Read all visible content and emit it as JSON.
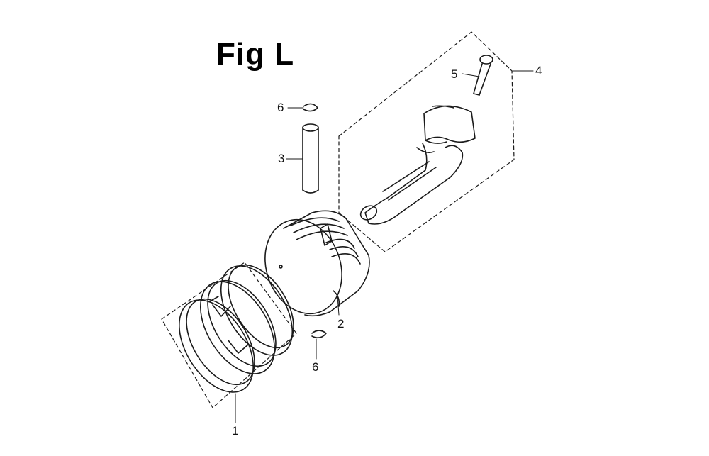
{
  "figure": {
    "title": "Fig L",
    "callouts": [
      "1",
      "2",
      "3",
      "4",
      "5",
      "6",
      "6"
    ]
  },
  "parts": [
    {
      "ref": "1",
      "icon": "piston-rings-icon"
    },
    {
      "ref": "2",
      "icon": "piston-icon"
    },
    {
      "ref": "3",
      "icon": "piston-pin-icon"
    },
    {
      "ref": "4",
      "icon": "connecting-rod-icon"
    },
    {
      "ref": "5",
      "icon": "rod-bolt-icon"
    },
    {
      "ref": "6",
      "icon": "pin-clip-icon"
    }
  ],
  "colors": {
    "line": "#1a1a1a",
    "background": "#ffffff"
  }
}
